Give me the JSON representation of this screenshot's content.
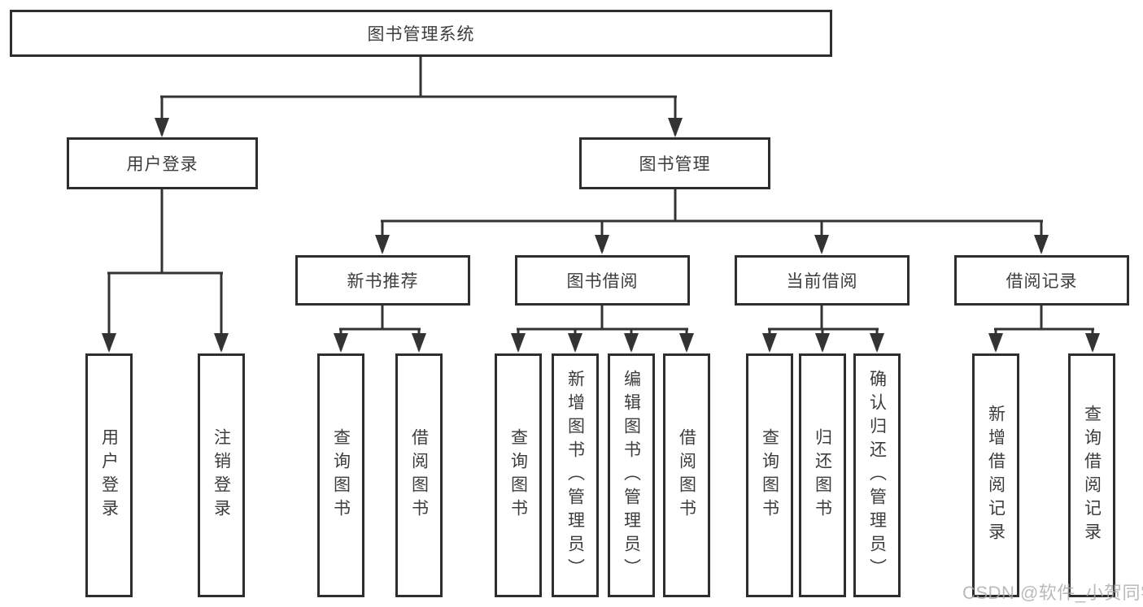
{
  "diagram": {
    "title": "图书管理系统",
    "root": {
      "label": "图书管理系统"
    },
    "branches": [
      {
        "label": "用户登录",
        "children": [
          {
            "label": "用户登录"
          },
          {
            "label": "注销登录"
          }
        ]
      },
      {
        "label": "图书管理",
        "children": [
          {
            "label": "新书推荐",
            "children": [
              {
                "label": "查询图书"
              },
              {
                "label": "借阅图书"
              }
            ]
          },
          {
            "label": "图书借阅",
            "children": [
              {
                "label": "查询图书"
              },
              {
                "label": "新增图书（管理员）"
              },
              {
                "label": "编辑图书（管理员）"
              },
              {
                "label": "借阅图书"
              }
            ]
          },
          {
            "label": "当前借阅",
            "children": [
              {
                "label": "查询图书"
              },
              {
                "label": "归还图书"
              },
              {
                "label": "确认归还（管理员）"
              }
            ]
          },
          {
            "label": "借阅记录",
            "children": [
              {
                "label": "新增借阅记录"
              },
              {
                "label": "查询借阅记录"
              }
            ]
          }
        ]
      }
    ]
  },
  "watermark": {
    "text": "CSDN @软件_小贺同学"
  },
  "colors": {
    "line": "#333333",
    "border": "#2e2e2e",
    "text": "#3d3d3d",
    "background": "#ffffff",
    "watermark": "#a9a9a9"
  }
}
